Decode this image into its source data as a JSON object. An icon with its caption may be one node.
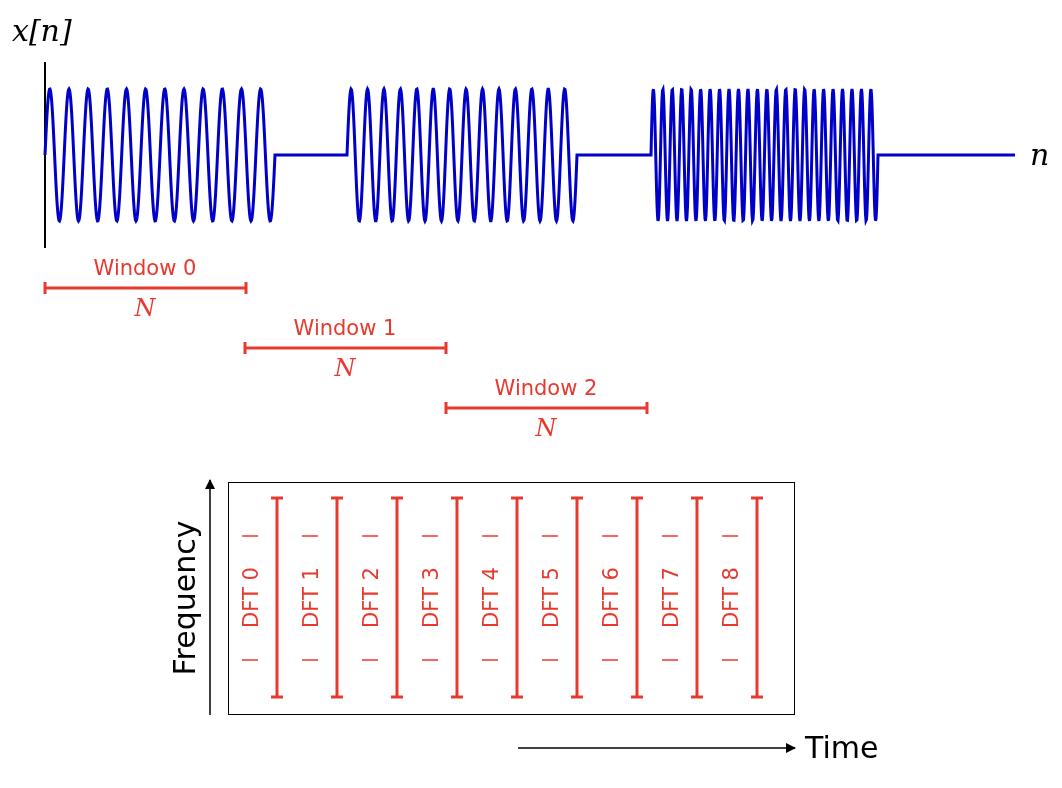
{
  "diagram": {
    "nodes": [
      {
        "text": [
          "DFT 0",
          "DFT 1",
          "DFT 2",
          "DFT 3",
          "DFT 4",
          "DFT 5",
          "DFT 6",
          "DFT 7",
          "DFT 8"
        ]
      }
    ],
    "labels": [
      "x[n]",
      "n",
      "Window 0",
      "N",
      "Window 1",
      "N",
      "Window 2",
      "N",
      "Frequency",
      "Time"
    ]
  }
}
